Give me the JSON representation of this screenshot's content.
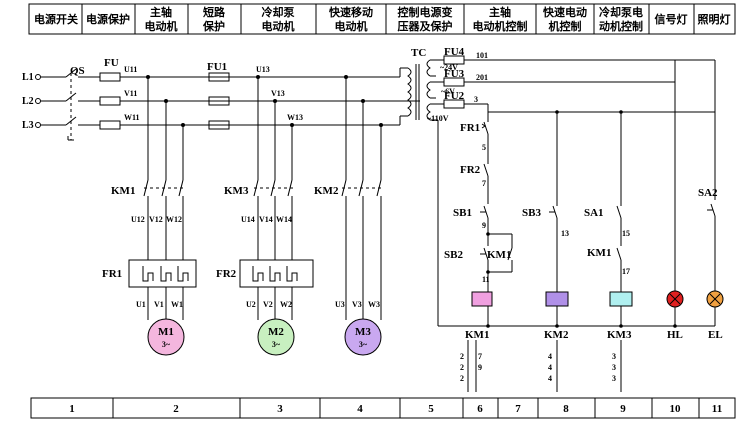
{
  "header": [
    {
      "line1": "电源开关",
      "line2": ""
    },
    {
      "line1": "电源保护",
      "line2": ""
    },
    {
      "line1": "主轴",
      "line2": "电动机"
    },
    {
      "line1": "短路",
      "line2": "保护"
    },
    {
      "line1": "冷却泵",
      "line2": "电动机"
    },
    {
      "line1": "快速移动",
      "line2": "电动机"
    },
    {
      "line1": "控制电源变",
      "line2": "压器及保护"
    },
    {
      "line1": "主轴",
      "line2": "电动机控制"
    },
    {
      "line1": "快速电动",
      "line2": "机控制"
    },
    {
      "line1": "冷却泵电",
      "line2": "动机控制"
    },
    {
      "line1": "信号灯",
      "line2": ""
    },
    {
      "line1": "照明灯",
      "line2": ""
    }
  ],
  "footer": [
    "1",
    "2",
    "3",
    "4",
    "5",
    "6",
    "7",
    "8",
    "9",
    "10",
    "11"
  ],
  "labels": {
    "L1": "L1",
    "L2": "L2",
    "L3": "L3",
    "QS": "QS",
    "FU": "FU",
    "FU1": "FU1",
    "TC": "TC",
    "FU4": "FU4",
    "FU3": "FU3",
    "FU2": "FU2",
    "U11": "U11",
    "V11": "V11",
    "W11": "W11",
    "U13": "U13",
    "V13": "V13",
    "W13": "W13",
    "n101": "101",
    "v24": "~24V",
    "n201": "201",
    "v6": "~6V",
    "n3": "3",
    "v110": "~110V",
    "KM1": "KM1",
    "KM3": "KM3",
    "KM2": "KM2",
    "FR1": "FR1",
    "FR2": "FR2",
    "U12": "U12",
    "V12": "V12",
    "W12": "W12",
    "U14": "U14",
    "V14": "V14",
    "W14": "W14",
    "U1": "U1",
    "V1": "V1",
    "W1": "W1",
    "U2": "U2",
    "V2": "V2",
    "W2": "W2",
    "U3": "U3",
    "V3": "V3",
    "W3": "W3",
    "M1": "M1",
    "M2": "M2",
    "M3": "M3",
    "phase": "3~",
    "FR1c": "FR1",
    "FR2c": "FR2",
    "SB1": "SB1",
    "SB2": "SB2",
    "SB3": "SB3",
    "SA1": "SA1",
    "SA2": "SA2",
    "KM1aux": "KM1",
    "KM1aux2": "KM1",
    "n5": "5",
    "n7": "7",
    "n9": "9",
    "n11": "11",
    "n13": "13",
    "n15": "15",
    "n17": "17",
    "coilKM1": "KM1",
    "coilKM2": "KM2",
    "coilKM3": "KM3",
    "HL": "HL",
    "EL": "EL"
  },
  "contact_refs": {
    "KM1": {
      "left": [
        "2",
        "2",
        "2"
      ],
      "right": [
        "7",
        "9",
        ""
      ]
    },
    "KM2": {
      "left": [
        "4",
        "4",
        "4"
      ]
    },
    "KM3": {
      "left": [
        "3",
        "3",
        "3"
      ]
    }
  },
  "colors": {
    "M1": "#f4b6de",
    "M2": "#c8f0c0",
    "M3": "#c9a8f0",
    "coilKM1": "#f0a0e0",
    "coilKM2": "#b090e8",
    "coilKM3": "#b0f0f0",
    "HL": "#e02020",
    "EL": "#f0a040"
  }
}
